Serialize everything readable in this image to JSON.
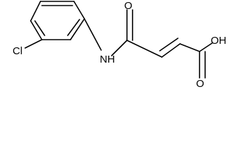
{
  "molecule": {
    "atoms": {
      "chlorine": "Cl",
      "amide_nitrogen": "NH",
      "amide_oxygen": "O",
      "acid_oxygen_double": "O",
      "acid_hydroxyl": "OH"
    },
    "colors": {
      "bond": "#000000",
      "label": "#000000",
      "background": "#ffffff"
    }
  }
}
